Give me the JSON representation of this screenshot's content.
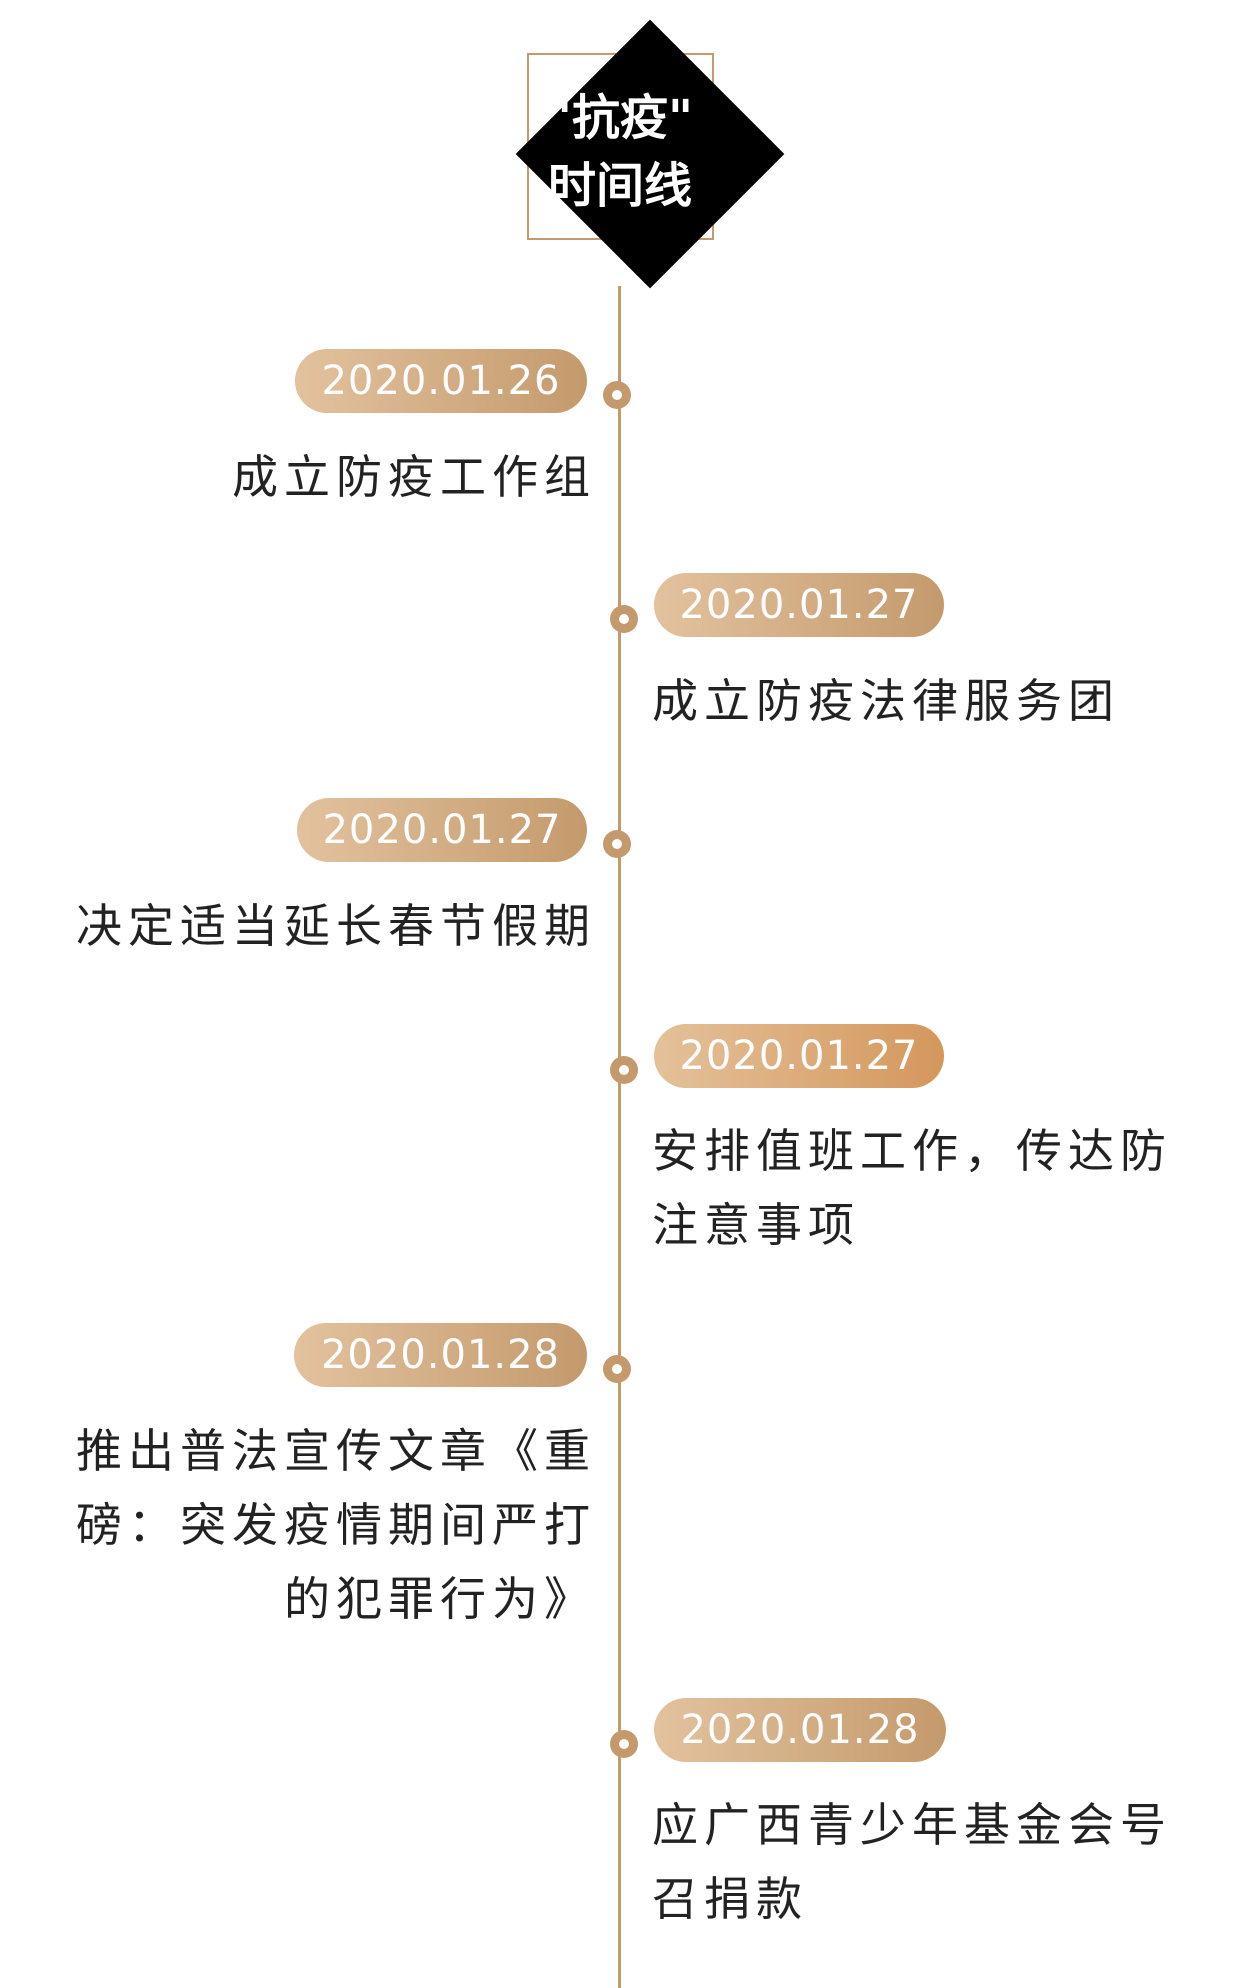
{
  "header": {
    "title_line1": "\"抗疫\"",
    "title_line2": "时间线"
  },
  "timeline": {
    "events": [
      {
        "date": "2020.01.26",
        "text": "成立防疫工作组"
      },
      {
        "date": "2020.01.27",
        "text": "成立防疫法律服务团"
      },
      {
        "date": "2020.01.27",
        "text": "决定适当延长春节假期"
      },
      {
        "date": "2020.01.27",
        "text_line1": "安排值班工作，传达防",
        "text_line2": "注意事项"
      },
      {
        "date": "2020.01.28",
        "text_line1": "推出普法宣传文章《重",
        "text_line2": "磅：突发疫情期间严打",
        "text_line3": "的犯罪行为》"
      },
      {
        "date": "2020.01.28",
        "text_line1": "应广西青少年基金会号",
        "text_line2": "召捐款"
      }
    ]
  },
  "colors": {
    "accent": "#c49a6c",
    "pill_accent": "#d4975c",
    "diamond": "#000000",
    "text": "#222222"
  }
}
